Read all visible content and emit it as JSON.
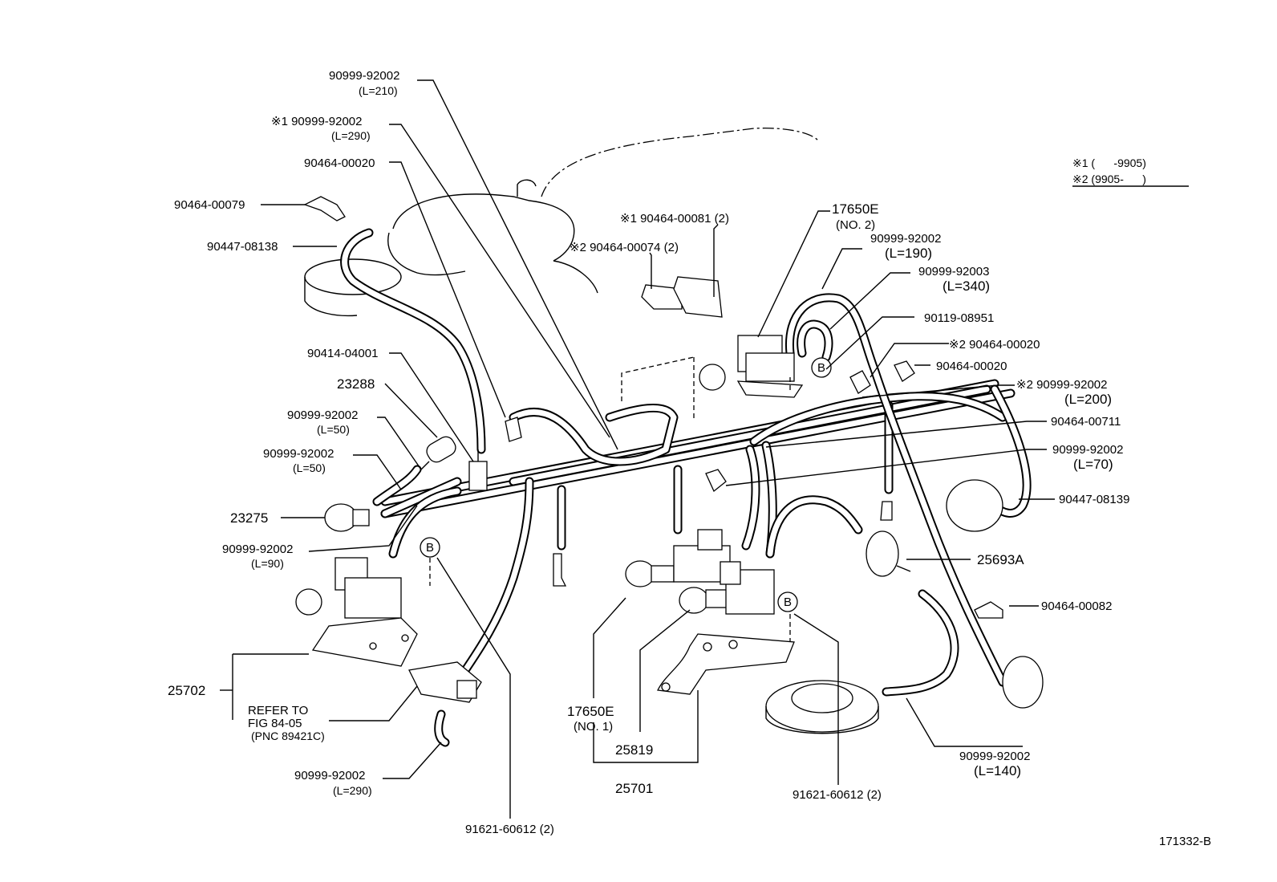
{
  "diagram_id": "171332-B",
  "legend": {
    "note1": "※1 (      -9905)",
    "note2": "※2 (9905-      )"
  },
  "labels": {
    "l01": {
      "pn": "90999-92002",
      "sub": "(L=210)"
    },
    "l02": {
      "pn": "※1 90999-92002",
      "sub": "(L=290)"
    },
    "l03": {
      "pn": "90464-00020"
    },
    "l04": {
      "pn": "90464-00079"
    },
    "l05": {
      "pn": "90447-08138"
    },
    "l06": {
      "pn": "90414-04001"
    },
    "l07": {
      "pn": "23288"
    },
    "l08": {
      "pn": "90999-92002",
      "sub": "(L=50)"
    },
    "l09": {
      "pn": "90999-92002",
      "sub": "(L=50)"
    },
    "l10": {
      "pn": "23275"
    },
    "l11": {
      "pn": "90999-92002",
      "sub": "(L=90)"
    },
    "l12": {
      "pn": "25702"
    },
    "l12_ref": {
      "line1": "REFER TO",
      "line2": "FIG 84-05",
      "line3": "(PNC 89421C)"
    },
    "l13": {
      "pn": "90999-92002",
      "sub": "(L=290)"
    },
    "l14": {
      "pn": "91621-60612 (2)"
    },
    "l15": {
      "pn": "17650E",
      "sub": "(NO. 1)"
    },
    "l16": {
      "pn": "25819"
    },
    "l17": {
      "pn": "25701"
    },
    "l18": {
      "pn": "91621-60612 (2)"
    },
    "l19": {
      "pn": "90999-92002",
      "sub": "(L=140)"
    },
    "l20": {
      "pn": "90464-00082"
    },
    "l21": {
      "pn": "25693A"
    },
    "l22": {
      "pn": "90447-08139"
    },
    "l23": {
      "pn": "90999-92002",
      "sub": "(L=70)"
    },
    "l24": {
      "pn": "90464-00711"
    },
    "l25": {
      "pn": "※2 90999-92002",
      "sub": "(L=200)"
    },
    "l26": {
      "pn": "90464-00020"
    },
    "l27": {
      "pn": "※2 90464-00020"
    },
    "l28": {
      "pn": "90119-08951"
    },
    "l29": {
      "pn": "90999-92003",
      "sub": "(L=340)"
    },
    "l30": {
      "pn": "90999-92002",
      "sub": "(L=190)"
    },
    "l31": {
      "pn": "17650E",
      "sub": "(NO. 2)"
    },
    "l32": {
      "pn": "※1 90464-00081 (2)"
    },
    "l33": {
      "pn": "※2 90464-00074 (2)"
    }
  },
  "callout_marker": "B"
}
